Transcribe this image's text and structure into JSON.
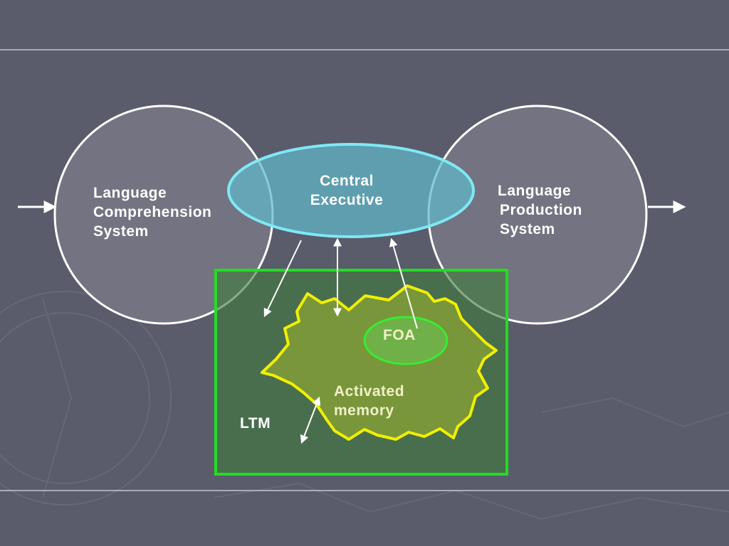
{
  "diagram": {
    "comprehension": {
      "lines": [
        "Language",
        "Comprehension",
        "System"
      ]
    },
    "production": {
      "lines": [
        "Language",
        "Production",
        "System"
      ]
    },
    "executive": {
      "lines": [
        "Central",
        "Executive"
      ]
    },
    "foa": {
      "label": "FOA"
    },
    "activated": {
      "lines": [
        "Activated",
        "memory"
      ]
    },
    "ltm": {
      "label": "LTM"
    }
  },
  "colors": {
    "background": "#5a5b6b",
    "executive_stroke": "#7fe8f5",
    "ltm_stroke": "#22dd22",
    "activated_stroke": "#f0f000",
    "activated_fill": "#7e9a3a"
  }
}
